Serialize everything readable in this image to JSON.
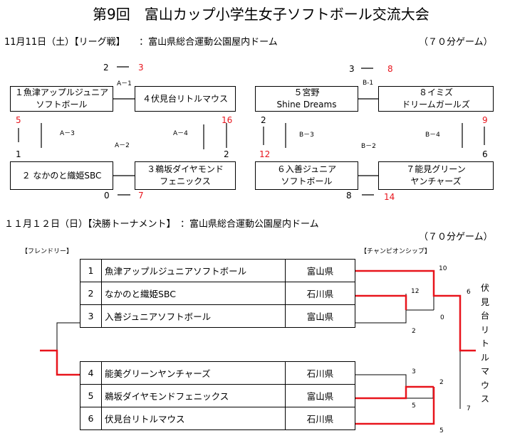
{
  "title": "第9回　富山カップ小学生女子ソフトボール交流大会",
  "day1": {
    "header": "11月11日（土）【リーグ戦】　　：富山県総合運動公園屋内ドーム",
    "format": "（７０分ゲーム）",
    "league_a": {
      "teams": [
        {
          "line1": "１魚津アップルジュニア",
          "line2": "ソフトボール"
        },
        {
          "line1": "４伏見台リトルマウス",
          "line2": ""
        },
        {
          "line1": "２ なかのと織姫SBC",
          "line2": ""
        },
        {
          "line1": "３鵜坂ダイヤモンド",
          "line2": "フェニックス"
        }
      ],
      "games": [
        {
          "id": "A－1",
          "left": "2",
          "right": "3"
        },
        {
          "id": "A－2"
        },
        {
          "id": "A－3",
          "left": "5",
          "right": "1"
        },
        {
          "id": "A－4",
          "left": "16",
          "right": "2"
        },
        {
          "id": "A-5",
          "left": "0",
          "right": "7"
        }
      ]
    },
    "league_b": {
      "teams": [
        {
          "line1": "５宮野",
          "line2": "Shine  Dreams"
        },
        {
          "line1": "８イミズ",
          "line2": "ドリームガールズ"
        },
        {
          "line1": "６入善ジュニア",
          "line2": "ソフトボール"
        },
        {
          "line1": "７能見グリーン",
          "line2": "ヤンチャーズ"
        }
      ],
      "games": [
        {
          "id": "B-1",
          "left": "3",
          "right": "8"
        },
        {
          "id": "B－2"
        },
        {
          "id": "B－3",
          "left": "2",
          "right": "12"
        },
        {
          "id": "B－4",
          "left": "9",
          "right": "6"
        },
        {
          "id": "B-5",
          "left": "8",
          "right": "14"
        }
      ]
    }
  },
  "day2": {
    "header": "１１月１２日（日）【決勝トーナメント】　：富山県総合運動公園屋内ドーム",
    "format": "（７０分ゲーム）",
    "friendly_label": "【フレンドリー】",
    "champ_label": "【チャンピオンシップ】",
    "teams": [
      {
        "num": "1",
        "name": "魚津アップルジュニアソフトボール",
        "pref": "富山県"
      },
      {
        "num": "2",
        "name": "なかのと織姫SBC",
        "pref": "石川県"
      },
      {
        "num": "3",
        "name": "入善ジュニアソフトボール",
        "pref": "富山県"
      },
      {
        "num": "4",
        "name": "能美グリーンヤンチャーズ",
        "pref": "石川県"
      },
      {
        "num": "5",
        "name": "鵜坂ダイヤモンドフェニックス",
        "pref": "富山県"
      },
      {
        "num": "6",
        "name": "伏見台リトルマウス",
        "pref": "石川県"
      }
    ],
    "scores": [
      "10",
      "12",
      "0",
      "2",
      "3",
      "2",
      "5",
      "6",
      "7",
      "5"
    ],
    "winner": [
      "伏",
      "見",
      "台",
      "リ",
      "ト",
      "ル",
      "マ",
      "ウ",
      "ス"
    ],
    "colors": {
      "winner_line": "#e8141c",
      "line": "#000000"
    }
  }
}
